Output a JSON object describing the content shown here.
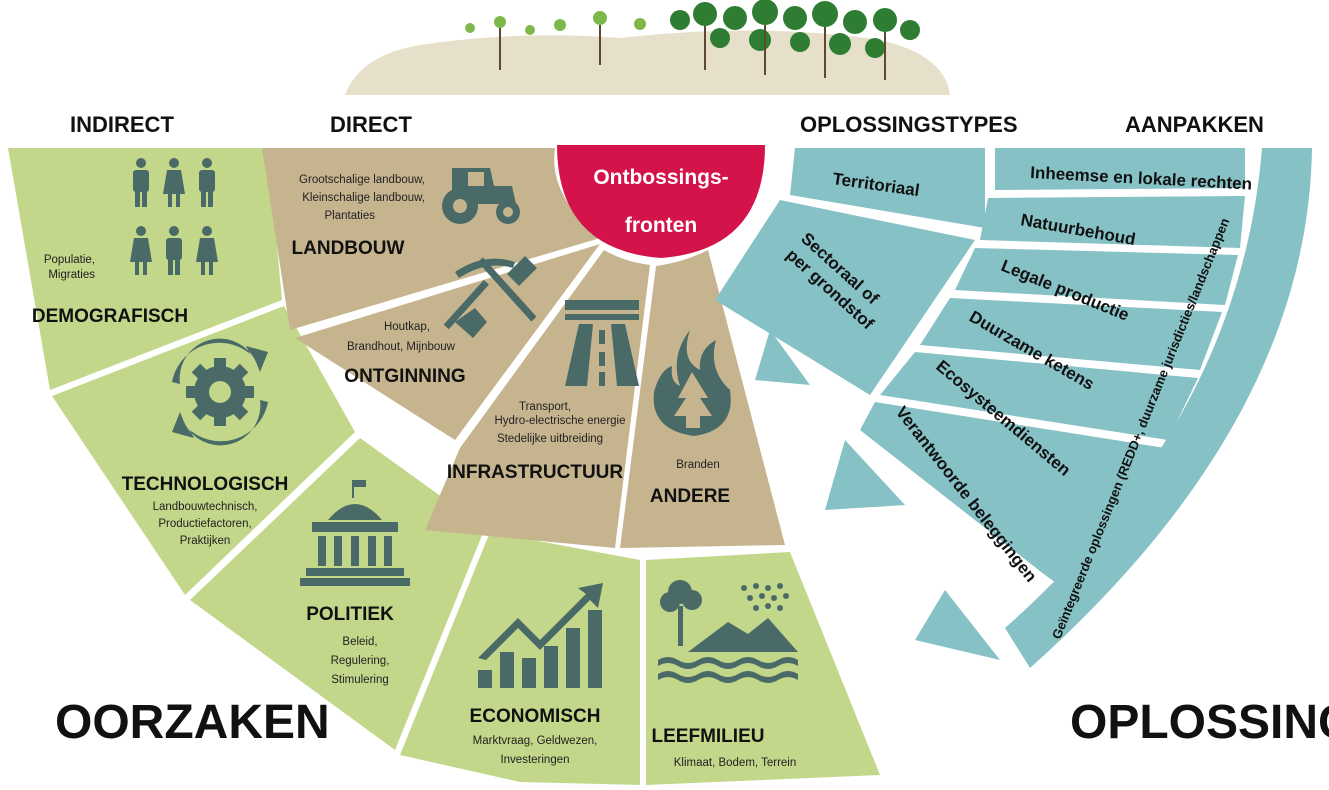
{
  "headers": {
    "indirect": "INDIRECT",
    "direct": "DIRECT",
    "solution_types": "OPLOSSINGSTYPES",
    "approaches": "AANPAKKEN"
  },
  "big_labels": {
    "causes": "OORZAKEN",
    "solutions": "OPLOSSINGEN"
  },
  "center": {
    "line1": "Ontbossings-",
    "line2": "fronten"
  },
  "indirect_causes": [
    {
      "title": "DEMOGRAFISCH",
      "sub": [
        "Populatie,",
        "Migraties"
      ],
      "icon": "people-icon"
    },
    {
      "title": "TECHNOLOGISCH",
      "sub": [
        "Landbouwtechnisch,",
        "Productiefactoren,",
        "Praktijken"
      ],
      "icon": "gear-cycle-icon"
    },
    {
      "title": "POLITIEK",
      "sub": [
        "Beleid,",
        "Regulering,",
        "Stimulering"
      ],
      "icon": "government-building-icon"
    },
    {
      "title": "ECONOMISCH",
      "sub": [
        "Marktvraag, Geldwezen,",
        "Investeringen"
      ],
      "icon": "growth-chart-icon"
    },
    {
      "title": "LEEFMILIEU",
      "sub": [
        "Klimaat, Bodem, Terrein"
      ],
      "icon": "nature-icon"
    }
  ],
  "direct_causes": [
    {
      "title": "LANDBOUW",
      "sub": [
        "Grootschalige landbouw,",
        "Kleinschalige landbouw,",
        "Plantaties"
      ],
      "icon": "tractor-icon"
    },
    {
      "title": "ONTGINNING",
      "sub": [
        "Houtkap,",
        "Brandhout, Mijnbouw"
      ],
      "icon": "pickaxe-shovel-icon"
    },
    {
      "title": "INFRASTRUCTUUR",
      "sub": [
        "Transport,",
        "Hydro-electrische energie",
        "Stedelijke uitbreiding"
      ],
      "icon": "road-icon"
    },
    {
      "title": "ANDERE",
      "sub": [
        "Branden"
      ],
      "icon": "fire-tree-icon"
    }
  ],
  "solution_types": [
    "Territoriaal",
    "Sectoraal of",
    "per grondstof"
  ],
  "approaches": [
    "Inheemse en lokale rechten",
    "Natuurbehoud",
    "Legale productie",
    "Duurzame ketens",
    "Ecosysteemdiensten",
    "Verantwoorde beleggingen"
  ],
  "integrated": "Geïntegreerde oplossingen (REDD+, duurzame jurisdicties/landschappen",
  "colors": {
    "green": "#c3d78a",
    "tan": "#c6b48f",
    "teal": "#86c1c6",
    "crimson": "#d4134a",
    "icon": "#4a6a68"
  }
}
